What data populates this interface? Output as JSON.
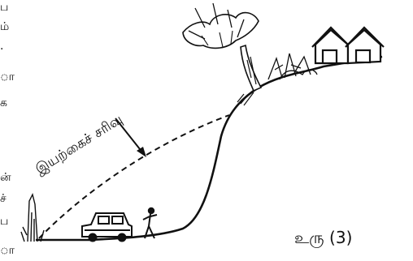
{
  "diagram": {
    "slope_label": "இயற்கைச் சரிவு",
    "figure_label": "உரு (3)"
  },
  "left_margin_chars": [
    "ப",
    "ம்",
    ".",
    "ா",
    "க",
    "ன்",
    "ச்",
    "ப",
    "ா"
  ]
}
